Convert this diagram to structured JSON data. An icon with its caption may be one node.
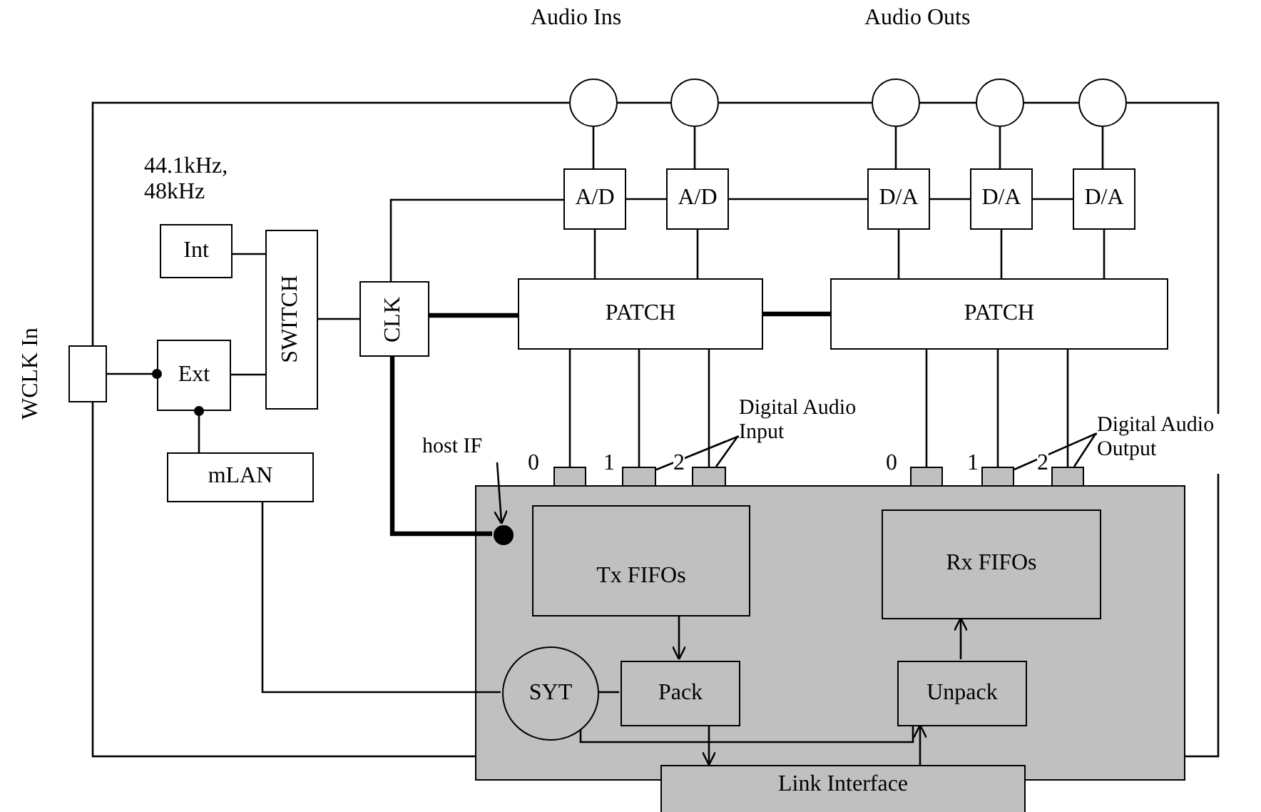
{
  "diagram": {
    "nodes": [
      {
        "text": [
          "Int"
        ],
        "beside": [
          "44.1kHz, 48kHz"
        ]
      },
      {
        "text": [
          "SWITCH"
        ]
      },
      {
        "text": [
          "Ext"
        ]
      },
      {
        "text": [],
        "shape": "box",
        "beside": [
          "WCLK In"
        ]
      },
      {
        "text": [
          "mLAN"
        ]
      },
      {
        "text": [
          "CLK"
        ]
      },
      {
        "text": [],
        "shape": "circle"
      },
      {
        "text": [],
        "shape": "circle"
      },
      {
        "text": [],
        "shape": "circle"
      },
      {
        "text": [],
        "shape": "circle"
      },
      {
        "text": [],
        "shape": "circle"
      },
      {
        "text": [
          "A/D"
        ]
      },
      {
        "text": [
          "A/D"
        ]
      },
      {
        "text": [
          "D/A"
        ]
      },
      {
        "text": [
          "D/A"
        ]
      },
      {
        "text": [
          "D/A"
        ]
      },
      {
        "text": [
          "PATCH"
        ]
      },
      {
        "text": [
          "PATCH"
        ]
      },
      {
        "text": [],
        "shape": "box"
      },
      {
        "text": [],
        "shape": "box",
        "beside": [
          "0"
        ]
      },
      {
        "text": [],
        "shape": "box",
        "beside": [
          "1"
        ]
      },
      {
        "text": [],
        "shape": "box",
        "beside": [
          "2"
        ]
      },
      {
        "text": [],
        "shape": "box",
        "beside": [
          "0"
        ]
      },
      {
        "text": [],
        "shape": "box",
        "beside": [
          "1"
        ]
      },
      {
        "text": [],
        "shape": "box",
        "beside": [
          "2"
        ]
      },
      {
        "text": [
          "Tx FIFOs"
        ],
        "in": 18
      },
      {
        "text": [
          "Rx FIFOs"
        ],
        "in": 18
      },
      {
        "text": [
          "SYT"
        ],
        "in": 18
      },
      {
        "text": [
          "Pack"
        ],
        "in": 18
      },
      {
        "text": [
          "Unpack"
        ],
        "in": 18
      },
      {
        "text": [
          "Link Interface"
        ]
      },
      {
        "text": [
          "host IF"
        ]
      },
      {
        "text": [],
        "shape": "circle",
        "in": 18
      },
      {
        "text": [
          "Digital Audio Input"
        ]
      },
      {
        "text": [
          "Digital Audio Output"
        ]
      }
    ],
    "edges": [
      {
        "from": 0,
        "to": 1,
        "arrow": "none"
      },
      {
        "from": 2,
        "to": 1,
        "arrow": "none"
      },
      {
        "from": 1,
        "to": 5,
        "arrow": "none"
      },
      {
        "from": 3,
        "to": 2,
        "arrow": "other"
      },
      {
        "from": 4,
        "to": 2,
        "arrow": "other"
      },
      {
        "from": 5,
        "to": 11,
        "arrow": "none"
      },
      {
        "from": 11,
        "to": 12,
        "arrow": "none"
      },
      {
        "from": 12,
        "to": 13,
        "arrow": "none"
      },
      {
        "from": 13,
        "to": 14,
        "arrow": "none"
      },
      {
        "from": 14,
        "to": 15,
        "arrow": "none"
      },
      {
        "from": 6,
        "to": 11,
        "arrow": "none"
      },
      {
        "from": 7,
        "to": 12,
        "arrow": "none"
      },
      {
        "from": 8,
        "to": 13,
        "arrow": "none"
      },
      {
        "from": 9,
        "to": 14,
        "arrow": "none"
      },
      {
        "from": 10,
        "to": 15,
        "arrow": "none"
      },
      {
        "from": 11,
        "to": 16,
        "arrow": "none"
      },
      {
        "from": 12,
        "to": 16,
        "arrow": "none"
      },
      {
        "from": 13,
        "to": 17,
        "arrow": "none"
      },
      {
        "from": 14,
        "to": 17,
        "arrow": "none"
      },
      {
        "from": 15,
        "to": 17,
        "arrow": "none"
      },
      {
        "from": 5,
        "to": 16,
        "arrow": "none",
        "style": "thick"
      },
      {
        "from": 16,
        "to": 17,
        "arrow": "none",
        "style": "thick"
      },
      {
        "from": 16,
        "to": 19,
        "arrow": "none"
      },
      {
        "from": 16,
        "to": 20,
        "arrow": "none"
      },
      {
        "from": 16,
        "to": 21,
        "arrow": "none"
      },
      {
        "from": 17,
        "to": 22,
        "arrow": "none"
      },
      {
        "from": 17,
        "to": 23,
        "arrow": "none"
      },
      {
        "from": 17,
        "to": 24,
        "arrow": "none"
      },
      {
        "from": 5,
        "to": 32,
        "arrow": "none",
        "style": "thick"
      },
      {
        "from": 31,
        "to": 32,
        "arrow": "to"
      },
      {
        "from": 4,
        "to": 27,
        "arrow": "none"
      },
      {
        "from": 27,
        "to": 28,
        "arrow": "none"
      },
      {
        "from": 25,
        "to": 28,
        "arrow": "to"
      },
      {
        "from": 29,
        "to": 26,
        "arrow": "to"
      },
      {
        "from": 27,
        "to": 29,
        "arrow": "none"
      },
      {
        "from": 28,
        "to": 30,
        "arrow": "to"
      },
      {
        "from": 30,
        "to": 29,
        "arrow": "to"
      },
      {
        "from": 33,
        "to": 20,
        "arrow": "none"
      },
      {
        "from": 33,
        "to": 21,
        "arrow": "none"
      },
      {
        "from": 34,
        "to": 23,
        "arrow": "none"
      },
      {
        "from": 34,
        "to": 24,
        "arrow": "none"
      }
    ],
    "labels": [
      "Audio Ins",
      "Audio Outs"
    ]
  }
}
